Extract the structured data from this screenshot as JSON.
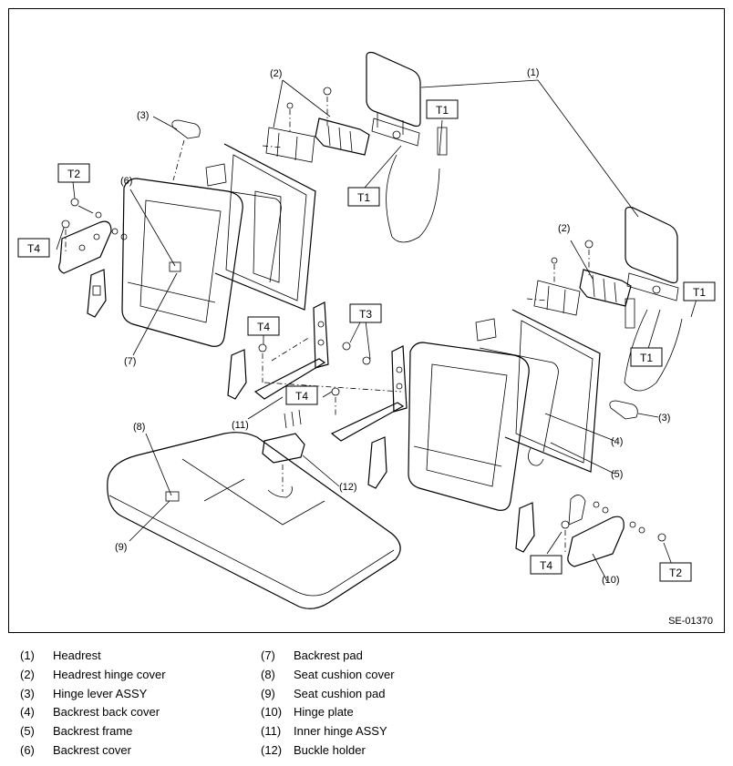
{
  "diagram": {
    "figure_code": "SE-01370",
    "callouts": {
      "c1a": "(1)",
      "c2a": "(2)",
      "c2b": "(2)",
      "c3a": "(3)",
      "c3b": "(3)",
      "c4": "(4)",
      "c5": "(5)",
      "c6": "(6)",
      "c7": "(7)",
      "c8": "(8)",
      "c9": "(9)",
      "c10": "(10)",
      "c11": "(11)",
      "c12": "(12)"
    },
    "torque_labels": {
      "t1a": "T1",
      "t1b": "T1",
      "t1c": "T1",
      "t1d": "T1",
      "t2a": "T2",
      "t2b": "T2",
      "t3": "T3",
      "t4a": "T4",
      "t4b": "T4",
      "t4c": "T4",
      "t4d": "T4"
    }
  },
  "legend": {
    "left": [
      {
        "num": "(1)",
        "name": "Headrest"
      },
      {
        "num": "(2)",
        "name": "Headrest hinge cover"
      },
      {
        "num": "(3)",
        "name": "Hinge lever ASSY"
      },
      {
        "num": "(4)",
        "name": "Backrest back cover"
      },
      {
        "num": "(5)",
        "name": "Backrest frame"
      },
      {
        "num": "(6)",
        "name": "Backrest cover"
      }
    ],
    "right": [
      {
        "num": "(7)",
        "name": "Backrest pad"
      },
      {
        "num": "(8)",
        "name": "Seat cushion cover"
      },
      {
        "num": "(9)",
        "name": "Seat cushion pad"
      },
      {
        "num": "(10)",
        "name": "Hinge plate"
      },
      {
        "num": "(11)",
        "name": "Inner hinge ASSY"
      },
      {
        "num": "(12)",
        "name": "Buckle holder"
      }
    ]
  }
}
